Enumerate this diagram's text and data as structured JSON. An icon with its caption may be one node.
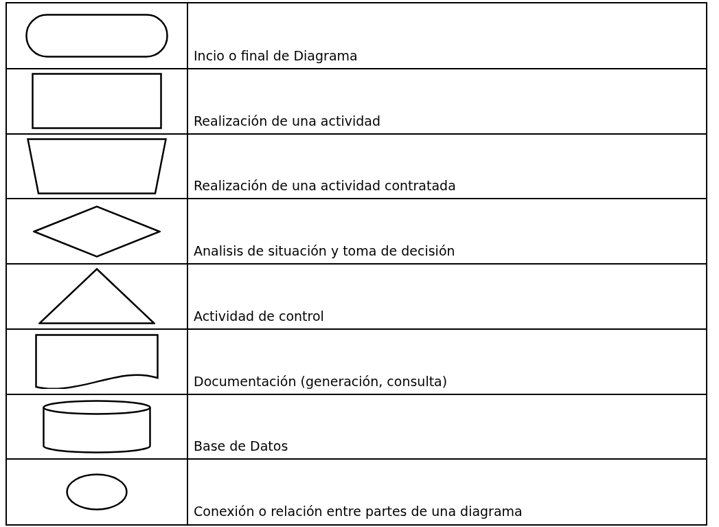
{
  "diagram": {
    "nodes": [
      {
        "text": [],
        "shape": "terminator"
      },
      {
        "text": [],
        "shape": "box"
      },
      {
        "text": [],
        "shape": "trapezoid"
      },
      {
        "text": [],
        "shape": "diamond"
      },
      {
        "text": [],
        "shape": "triangle"
      },
      {
        "text": [],
        "shape": "document"
      },
      {
        "text": [],
        "shape": "cylinder"
      },
      {
        "text": [],
        "shape": "ellipse"
      }
    ],
    "labels": [
      "Incio o final de Diagrama",
      "Realización de una actividad",
      "Realización de una actividad contratada",
      "Analisis de situación y toma de decisión",
      "Actividad de control",
      "Documentación (generación, consulta)",
      "Base de Datos",
      "Conexión o relación entre partes de una diagrama"
    ]
  }
}
